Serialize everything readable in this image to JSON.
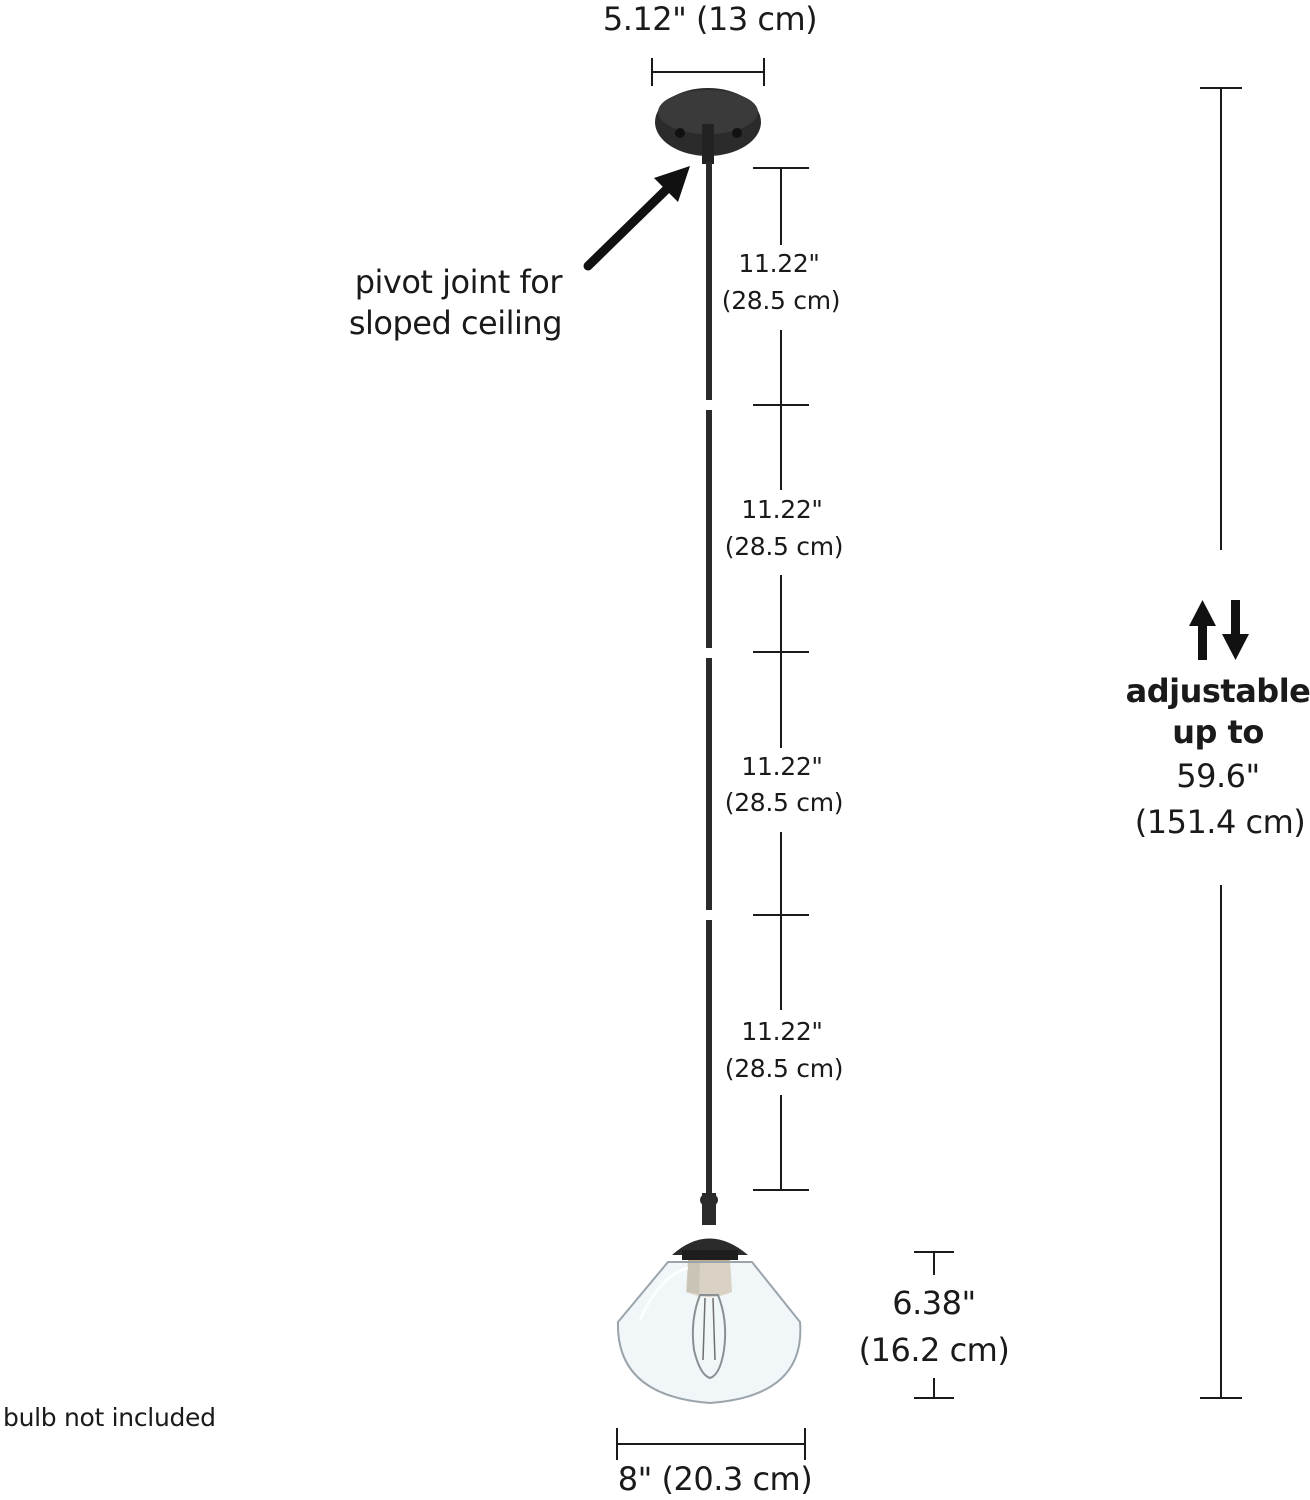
{
  "dimensions": {
    "canopy_width": "5.12\" (13 cm)",
    "segments": [
      {
        "inches": "11.22\"",
        "cm": "(28.5 cm)"
      },
      {
        "inches": "11.22\"",
        "cm": "(28.5 cm)"
      },
      {
        "inches": "11.22\"",
        "cm": "(28.5 cm)"
      },
      {
        "inches": "11.22\"",
        "cm": "(28.5 cm)"
      }
    ],
    "shade_height_in": "6.38\"",
    "shade_height_cm": "(16.2 cm)",
    "shade_width": "8\" (20.3 cm)"
  },
  "adjustable": {
    "line1": "adjustable",
    "line2": "up to",
    "value_in": "59.6\"",
    "value_cm": "(151.4 cm)"
  },
  "pivot_note": {
    "line1": "pivot joint for",
    "line2": "sloped ceiling"
  },
  "bulb_note": "bulb not included",
  "colors": {
    "ink": "#1a1a1a",
    "fixture_black": "#2b2b2b",
    "socket_gold": "#c9b08c",
    "glass": "#e6eef3"
  },
  "icons": [
    "up-down-arrows-icon",
    "pointer-arrow-icon"
  ]
}
